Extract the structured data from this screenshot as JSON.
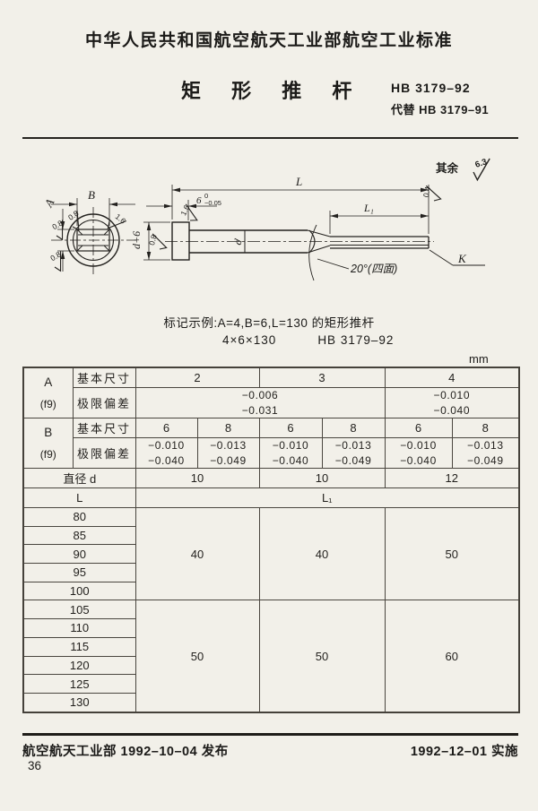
{
  "doc": {
    "header": "中华人民共和国航空航天工业部航空工业标准",
    "title": "矩 形 推 杆",
    "standard_no": "HB 3179–92",
    "replaces": "代替 HB 3179–91",
    "example_line1": "标记示例:A=4,B=6,L=130 的矩形推杆",
    "example_code": "4×6×130",
    "example_std": "HB 3179–92",
    "unit_label": "mm",
    "footer_issue": "航空航天工业部 1992–10–04 发布",
    "footer_effective": "1992–12–01 实施",
    "page_number": "36"
  },
  "drawing": {
    "label_A": "A",
    "label_B": "B",
    "label_L": "L",
    "label_L1": "L₁",
    "label_d": "d",
    "label_d6": "d+6",
    "label_K": "K",
    "head_len": "6",
    "head_tol_upper": "0",
    "head_tol_lower": "−0.05",
    "angle_note": "20°(四面)",
    "rest_label": "其余",
    "rest_value": "6.3",
    "rough_end_top_left": "0.8",
    "rough_end_top_right": "1.6",
    "rough_end_left": "0.8",
    "rough_end_bottom": "0.8",
    "rough_head": "0.8",
    "rough_head_top": "1.6",
    "rough_tip": "0.4"
  },
  "table": {
    "a_label": "A",
    "a_fit": "(f9)",
    "b_label": "B",
    "b_fit": "(f9)",
    "basic_size_label": "基本尺寸",
    "deviation_label": "极限偏差",
    "a_basic": [
      "2",
      "3",
      "4"
    ],
    "a_dev_23": [
      "−0.006",
      "−0.031"
    ],
    "a_dev_4": [
      "−0.010",
      "−0.040"
    ],
    "b_basic": [
      "6",
      "8",
      "6",
      "8",
      "6",
      "8"
    ],
    "b_dev": [
      [
        "−0.010",
        "−0.040"
      ],
      [
        "−0.013",
        "−0.049"
      ],
      [
        "−0.010",
        "−0.040"
      ],
      [
        "−0.013",
        "−0.049"
      ],
      [
        "−0.010",
        "−0.040"
      ],
      [
        "−0.013",
        "−0.049"
      ]
    ],
    "diameter_label": "直径 d",
    "diameter_values": [
      "10",
      "10",
      "12"
    ],
    "l_label": "L",
    "l1_label": "L₁",
    "l_rows": [
      "80",
      "85",
      "90",
      "95",
      "100",
      "105",
      "110",
      "115",
      "120",
      "125",
      "130"
    ],
    "l1_group1": [
      "40",
      "40",
      "50"
    ],
    "l1_group2": [
      "50",
      "50",
      "60"
    ]
  }
}
